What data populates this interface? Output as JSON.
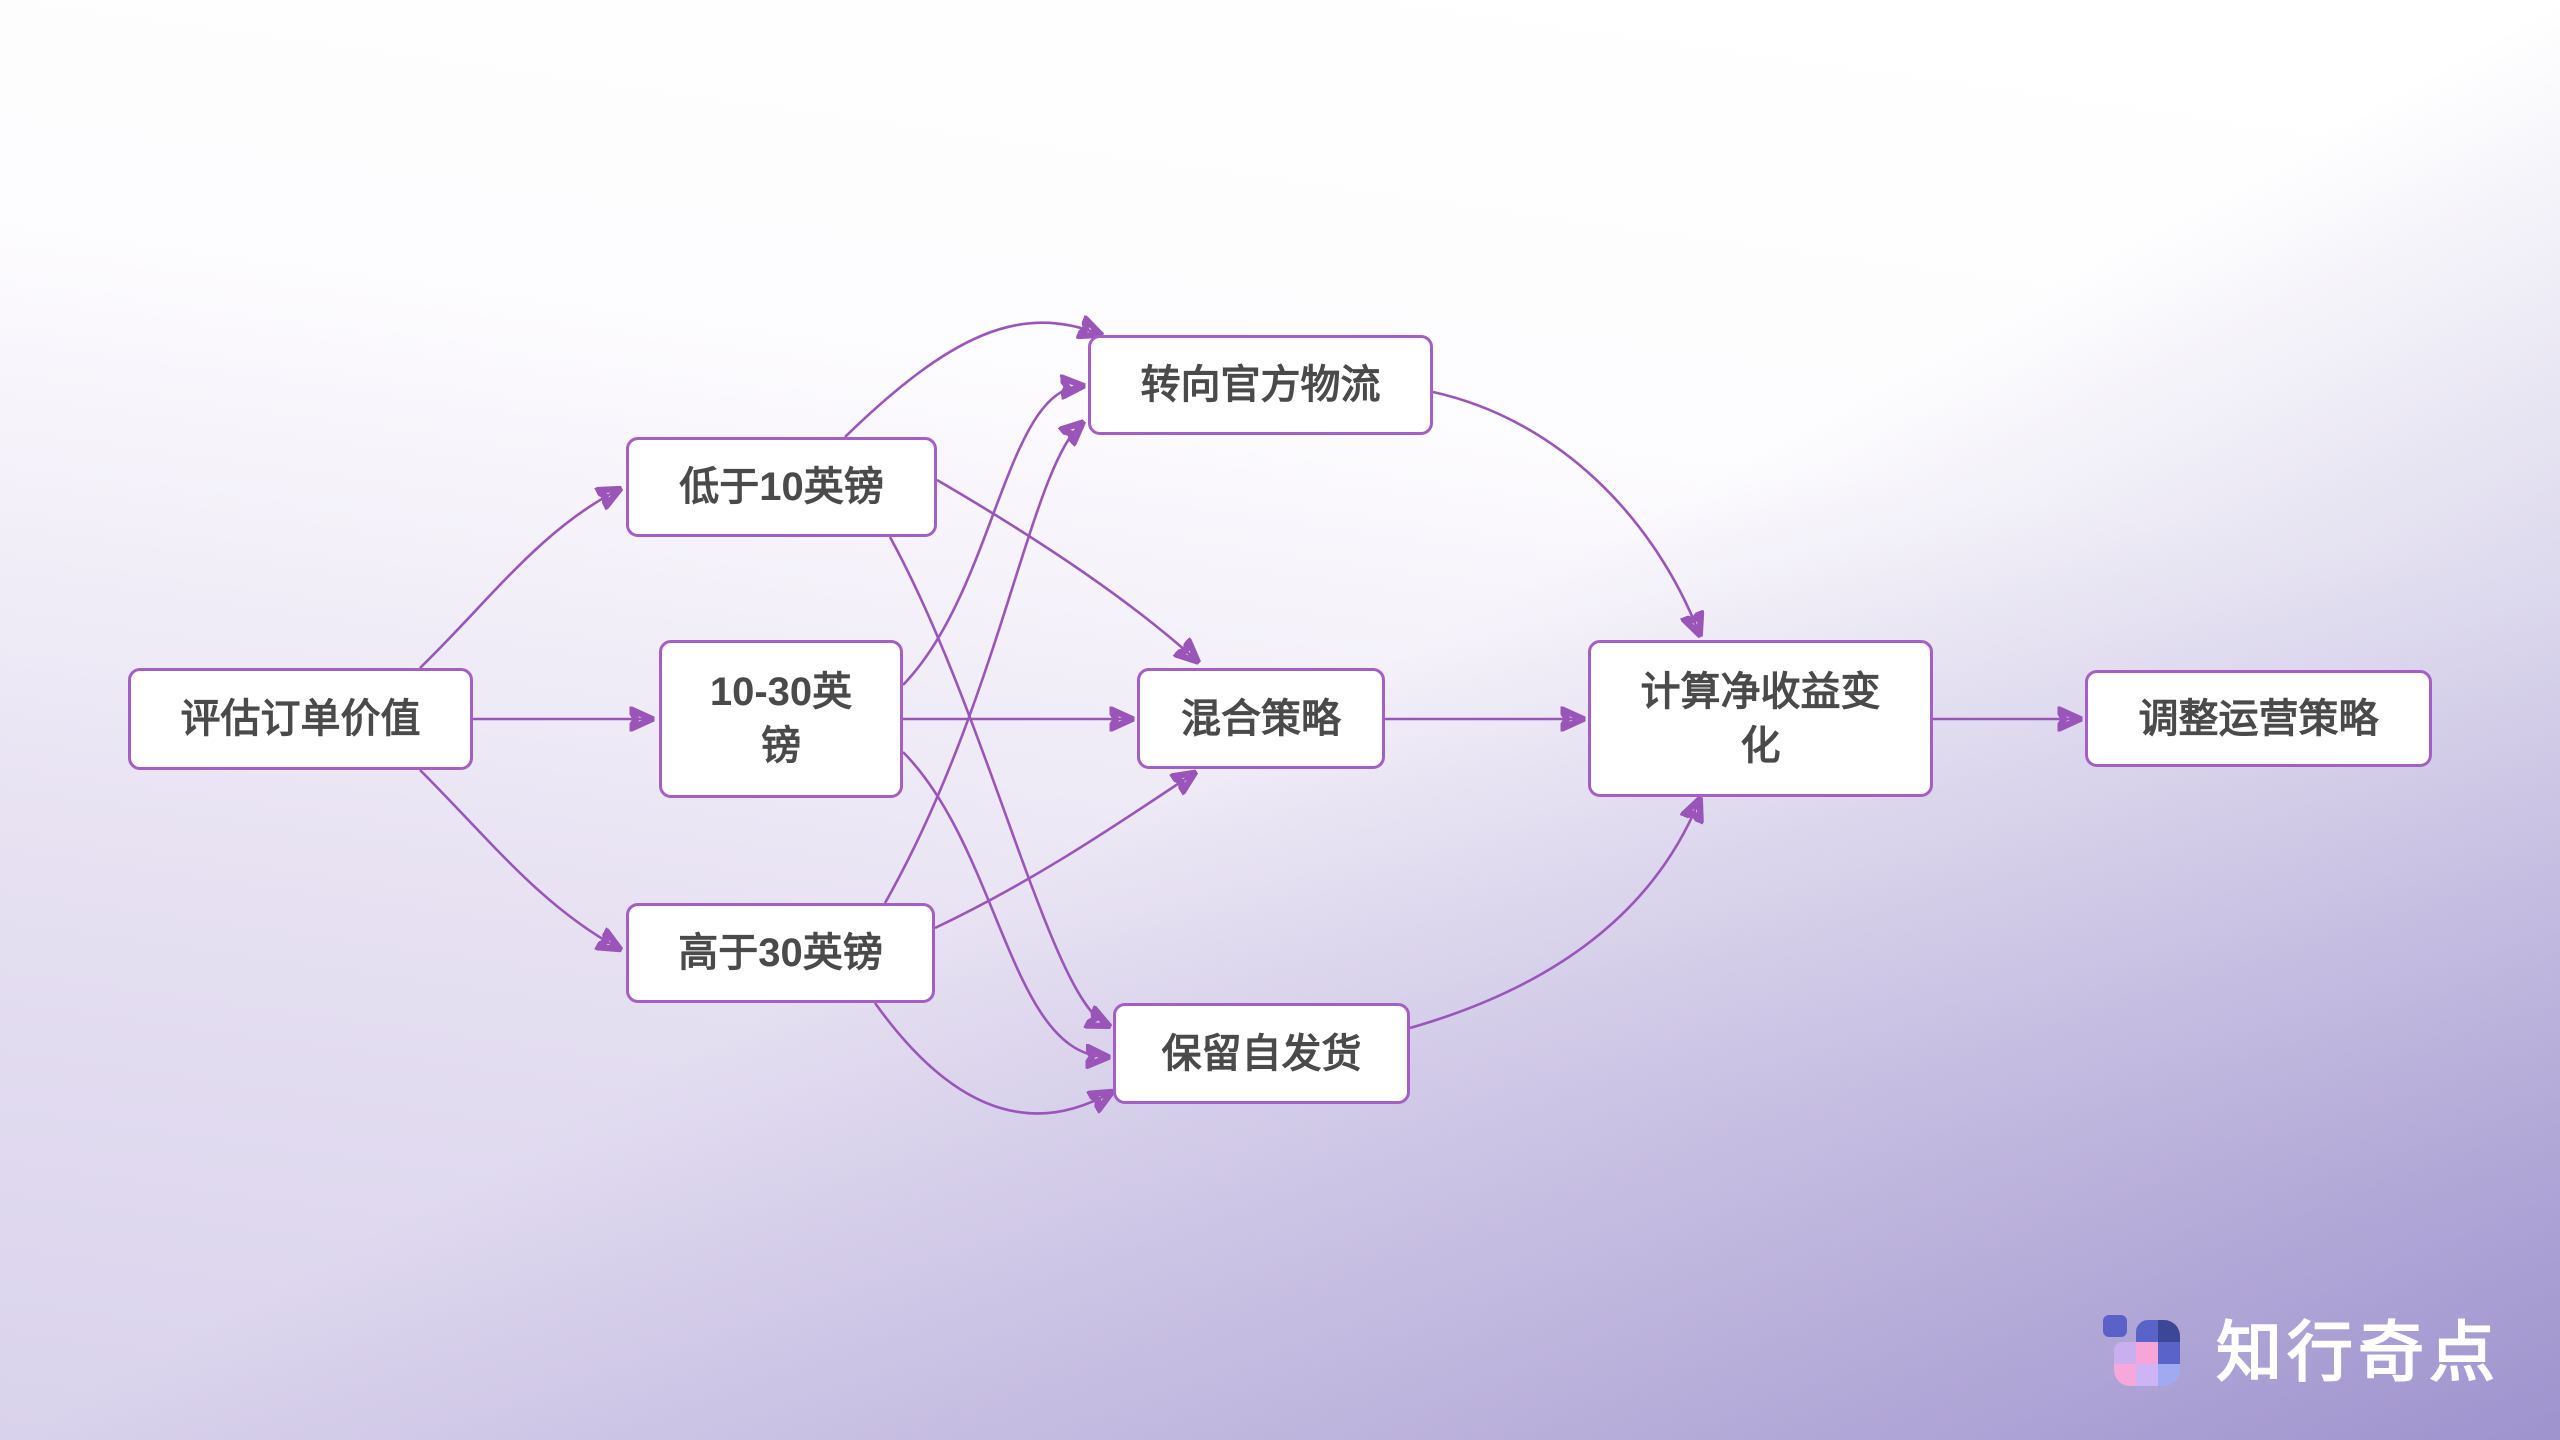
{
  "page": {
    "background_top_color": "#ffffff",
    "background_bottom_left_color": "#dcd6ee",
    "background_bottom_right_color": "#9f96d5"
  },
  "diagram": {
    "colors": {
      "node_background": "#ffffff",
      "node_border": "#a35fc3",
      "node_text": "#4a4a4a",
      "edge": "#9a55b8"
    },
    "nodes": [
      {
        "id": "evaluate-order-value",
        "label": "评估订单价值"
      },
      {
        "id": "below-10-gbp",
        "label": "低于10英镑"
      },
      {
        "id": "10-30-gbp",
        "label": "10-30英\n镑"
      },
      {
        "id": "above-30-gbp",
        "label": "高于30英镑"
      },
      {
        "id": "switch-official-logistics",
        "label": "转向官方物流"
      },
      {
        "id": "mixed-strategy",
        "label": "混合策略"
      },
      {
        "id": "keep-self-shipping",
        "label": "保留自发货"
      },
      {
        "id": "calc-net-income-change",
        "label": "计算净收益变\n化"
      },
      {
        "id": "adjust-operation-strategy",
        "label": "调整运营策略"
      }
    ],
    "edges": [
      {
        "from": "evaluate-order-value",
        "to": "below-10-gbp"
      },
      {
        "from": "evaluate-order-value",
        "to": "10-30-gbp"
      },
      {
        "from": "evaluate-order-value",
        "to": "above-30-gbp"
      },
      {
        "from": "below-10-gbp",
        "to": "switch-official-logistics"
      },
      {
        "from": "below-10-gbp",
        "to": "mixed-strategy"
      },
      {
        "from": "below-10-gbp",
        "to": "keep-self-shipping"
      },
      {
        "from": "10-30-gbp",
        "to": "switch-official-logistics"
      },
      {
        "from": "10-30-gbp",
        "to": "mixed-strategy"
      },
      {
        "from": "10-30-gbp",
        "to": "keep-self-shipping"
      },
      {
        "from": "above-30-gbp",
        "to": "switch-official-logistics"
      },
      {
        "from": "above-30-gbp",
        "to": "mixed-strategy"
      },
      {
        "from": "above-30-gbp",
        "to": "keep-self-shipping"
      },
      {
        "from": "switch-official-logistics",
        "to": "calc-net-income-change"
      },
      {
        "from": "mixed-strategy",
        "to": "calc-net-income-change"
      },
      {
        "from": "keep-self-shipping",
        "to": "calc-net-income-change"
      },
      {
        "from": "calc-net-income-change",
        "to": "adjust-operation-strategy"
      }
    ]
  },
  "logo": {
    "text": "知行奇点",
    "icon_colors": {
      "small_square": "#5a62c8",
      "indigo": "#5a64c8",
      "navy": "#3c4796",
      "pink": "#f5a5d8",
      "lavender": "#c9aff0",
      "periwinkle": "#a0aaf0"
    }
  }
}
